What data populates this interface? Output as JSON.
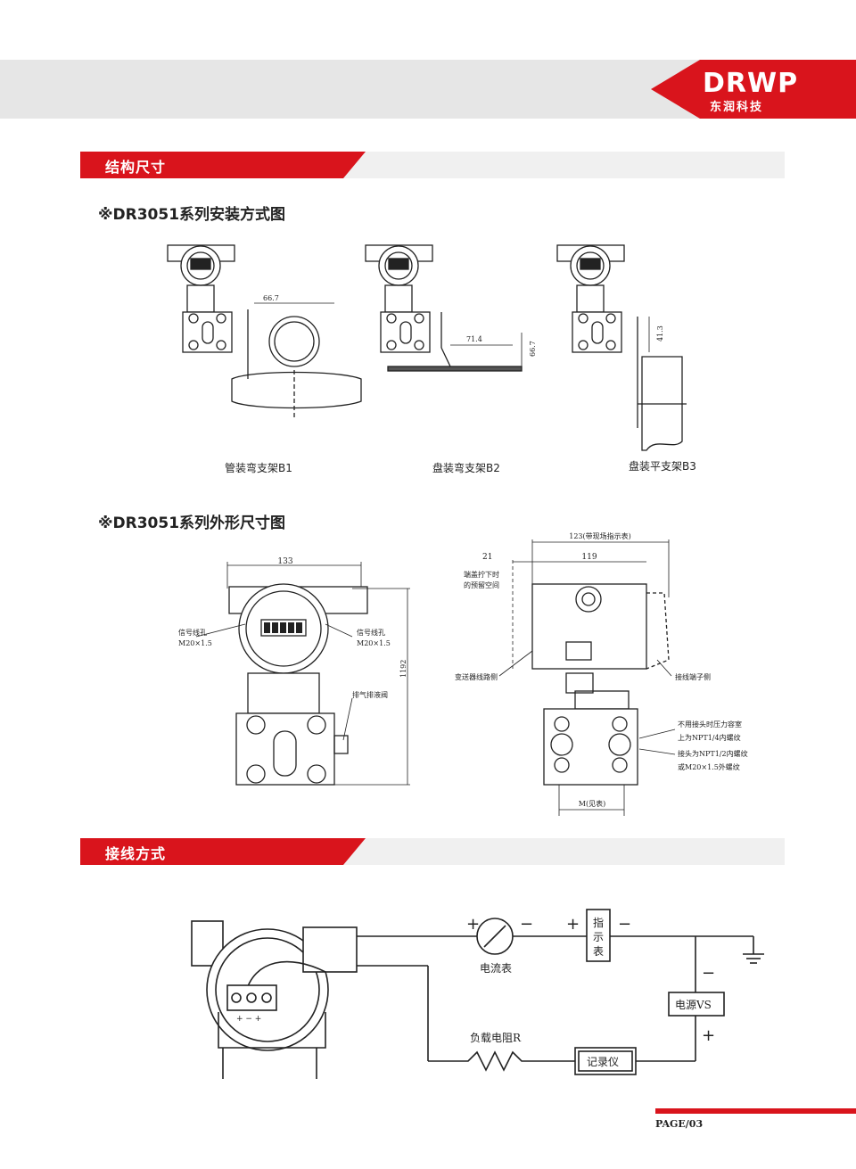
{
  "header": {
    "brand": "DRWP",
    "brand_sub": "东润科技"
  },
  "sections": {
    "structure_title": "结构尺寸",
    "wiring_title": "接线方式"
  },
  "install": {
    "subtitle": "※DR3051系列安装方式图",
    "captions": [
      "管装弯支架B1",
      "盘装弯支架B2",
      "盘装平支架B3"
    ],
    "dims": {
      "b1": "66.7",
      "b2_h": "71.4",
      "b2_v": "66.7",
      "b3_v": "41.3"
    }
  },
  "outline": {
    "subtitle": "※DR3051系列外形尺寸图",
    "front": {
      "width": "133",
      "height": "1192",
      "signal_left": "信号线孔",
      "signal_left_spec": "M20×1.5",
      "signal_right": "信号线孔",
      "signal_right_spec": "M20×1.5",
      "vent": "排气排液阀"
    },
    "side": {
      "overall": "123(带现场指示表)",
      "width": "119",
      "cover": "21",
      "cover_note1": "端盖拧下时",
      "cover_note2": "的预留空间",
      "left_side": "变送器线路侧",
      "right_side": "接线端子侧",
      "note1": "不用接头时压力容室",
      "note2": "上为NPT1/4内螺纹",
      "note3": "接头为NPT1/2内螺纹",
      "note4": "或M20×1.5外螺纹",
      "m_label": "M(见表)"
    }
  },
  "wiring": {
    "ammeter": "电流表",
    "indicator": [
      "指",
      "示",
      "表"
    ],
    "power": "电源VS",
    "load": "负载电阻R",
    "recorder": "记录仪",
    "plus": "+",
    "minus": "−",
    "terminal_signs": "+ − +"
  },
  "footer": {
    "page": "PAGE/03"
  },
  "colors": {
    "accent": "#d9141c",
    "band": "#e6e6e6"
  }
}
